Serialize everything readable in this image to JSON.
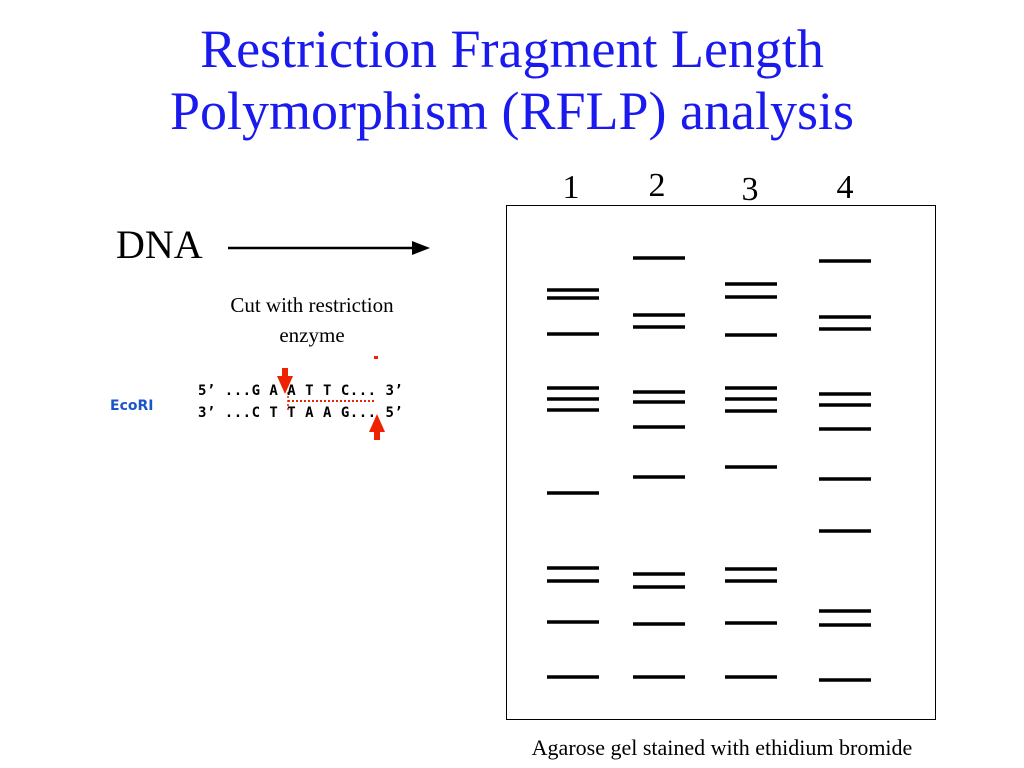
{
  "title": {
    "line1": "Restriction Fragment Length",
    "line2": "Polymorphism (RFLP) analysis"
  },
  "dna_label": "DNA",
  "cut_label": {
    "line1": "Cut with restriction",
    "line2": "enzyme"
  },
  "enzyme": {
    "name": "EcoRI",
    "top_strand": "5’ ...G A A T T C... 3’",
    "bottom_strand": "3’ ...C T T A A G... 5’",
    "cut_color": "#ee2200"
  },
  "lanes": [
    {
      "label": "1",
      "bands": [
        289,
        297,
        333,
        387,
        398,
        409,
        492,
        567,
        580,
        621,
        676
      ]
    },
    {
      "label": "2",
      "bands": [
        257,
        314,
        326,
        391,
        401,
        426,
        476,
        573,
        586,
        623,
        676
      ]
    },
    {
      "label": "3",
      "bands": [
        283,
        296,
        334,
        387,
        398,
        410,
        466,
        568,
        580,
        622,
        676
      ]
    },
    {
      "label": "4",
      "bands": [
        260,
        316,
        328,
        393,
        404,
        428,
        478,
        530,
        610,
        624,
        679
      ]
    }
  ],
  "caption": "Agarose gel stained with ethidium bromide",
  "colors": {
    "title": "#1a1aee",
    "enzyme_name": "#1a55cc",
    "bands": "#000000"
  }
}
